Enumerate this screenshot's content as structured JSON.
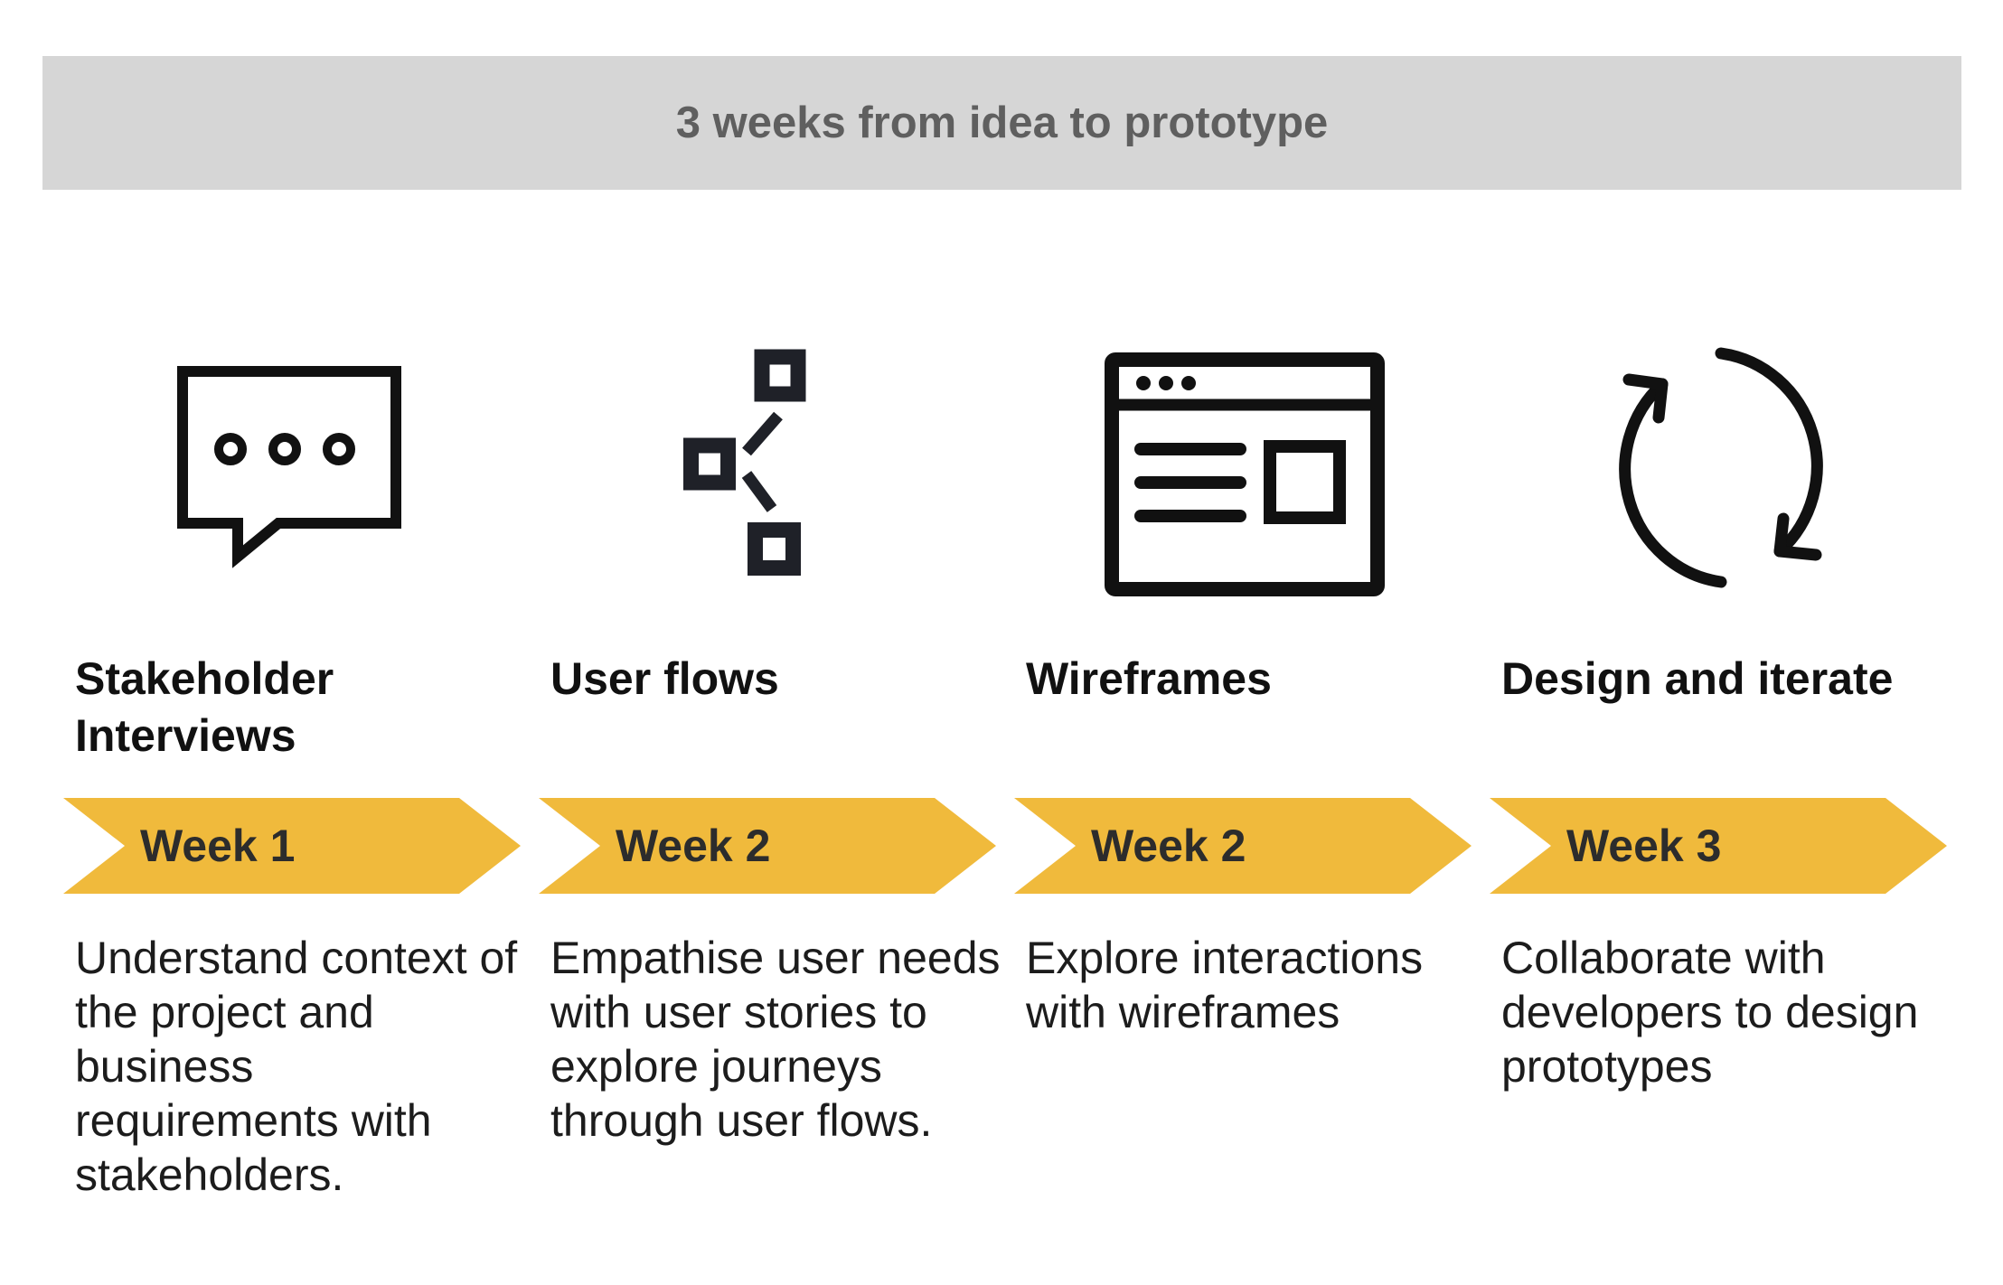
{
  "header": {
    "title": "3 weeks from idea to prototype"
  },
  "colors": {
    "banner": "#d6d6d6",
    "chevron": "#f0ba3c",
    "icon": "#111111",
    "title_text": "#5f5f5f"
  },
  "steps": [
    {
      "icon": "speech-bubble-icon",
      "title": "Stakeholder\nInterviews",
      "week": "Week 1",
      "description": "Understand context of the project and business requirements with stakeholders."
    },
    {
      "icon": "user-flow-icon",
      "title": "User flows",
      "week": "Week 2",
      "description": "Empathise user needs with user stories to explore journeys through user flows."
    },
    {
      "icon": "wireframe-icon",
      "title": "Wireframes",
      "week": "Week 2",
      "description": "Explore interactions with wireframes"
    },
    {
      "icon": "iterate-cycle-icon",
      "title": "Design and iterate",
      "week": "Week 3",
      "description": "Collaborate with developers to design prototypes"
    }
  ]
}
